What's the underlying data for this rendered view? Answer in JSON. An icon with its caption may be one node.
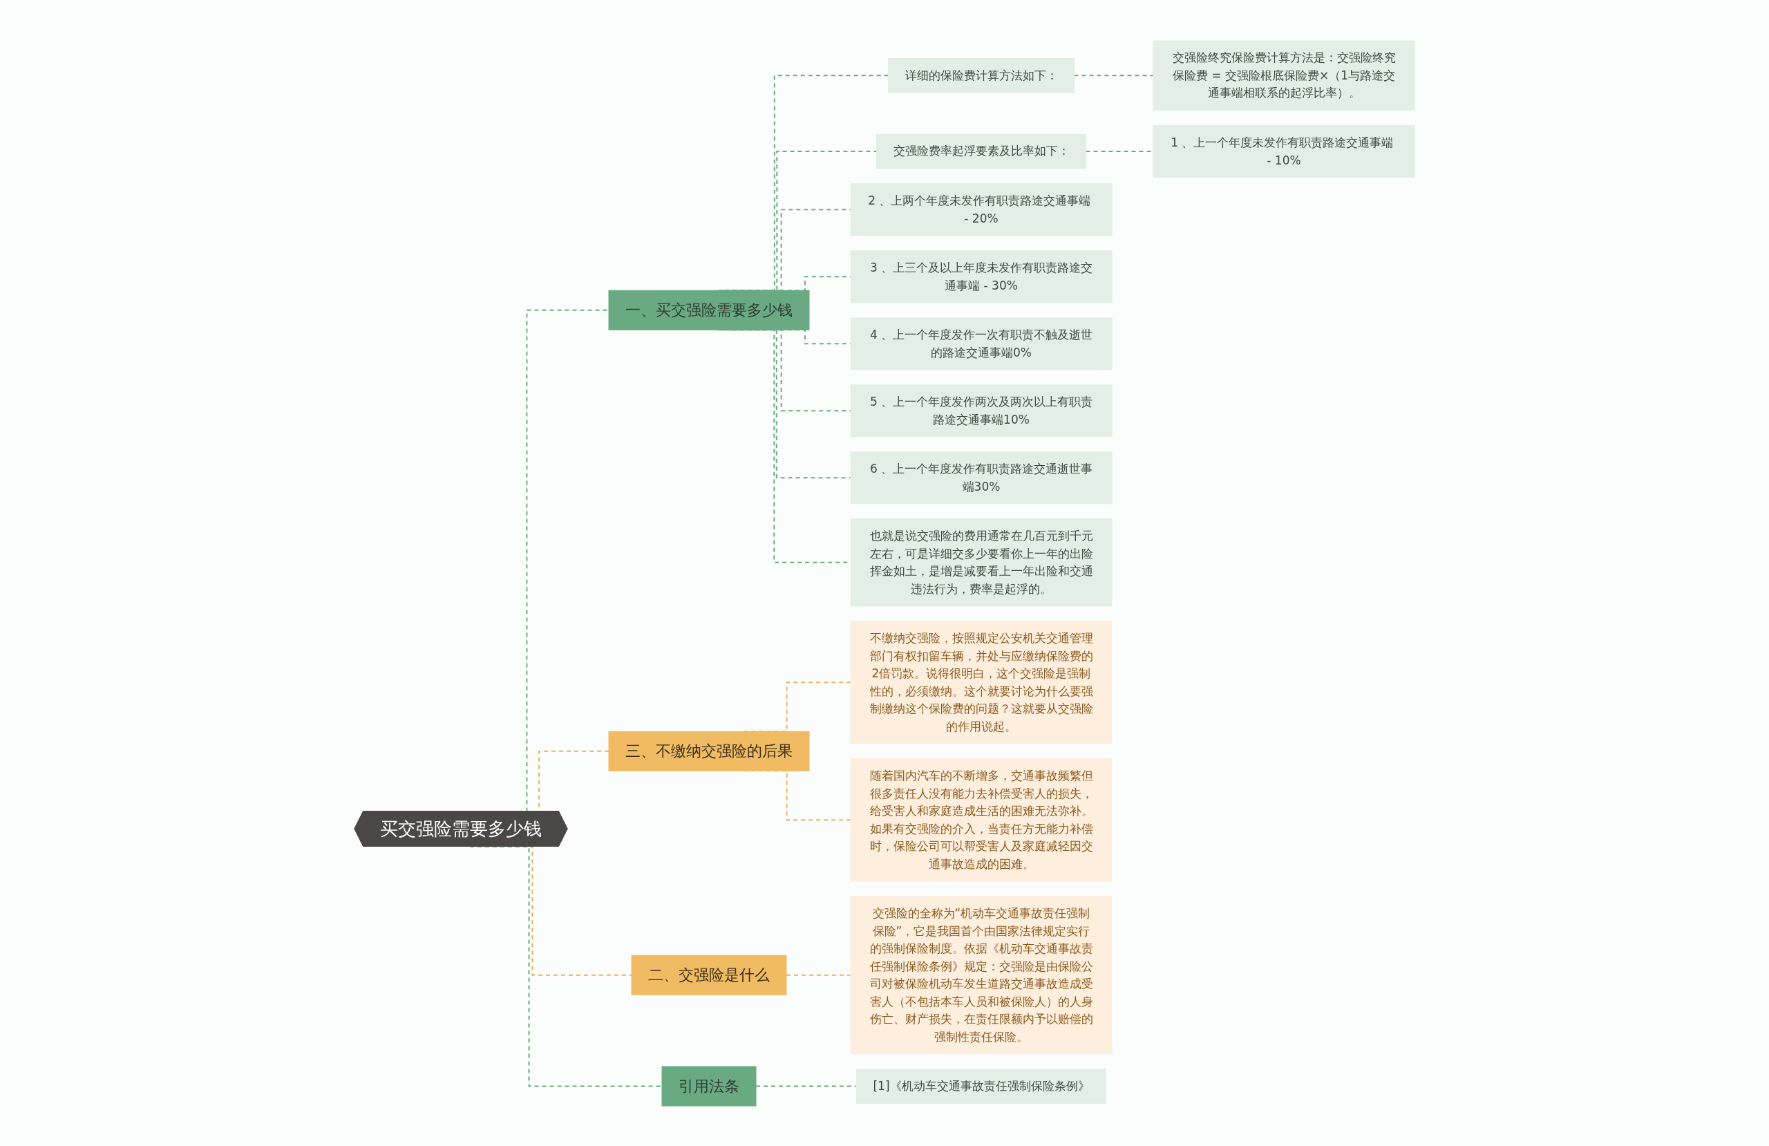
{
  "diagram": {
    "nodes": [
      {
        "text": [
          "买交强险需要多少钱"
        ]
      },
      {
        "text": [
          "一、买交强险需要多少钱"
        ]
      },
      {
        "text": [
          "详细的保险费计算方法如下："
        ]
      },
      {
        "text": [
          "交强险终究保险费计算方法是：交强险终究保险费 = 交强险根底保险费×（1与路途交通事端相联系的起浮比率）。"
        ]
      },
      {
        "text": [
          "交强险费率起浮要素及比率如下："
        ]
      },
      {
        "text": [
          "1 、上一个年度未发作有职责路途交通事端 - 10%"
        ]
      },
      {
        "text": [
          "2 、上两个年度未发作有职责路途交通事端 - 20%"
        ]
      },
      {
        "text": [
          "3 、上三个及以上年度未发作有职责路途交通事端 - 30%"
        ]
      },
      {
        "text": [
          "4 、上一个年度发作一次有职责不触及逝世的路途交通事端0%"
        ]
      },
      {
        "text": [
          "5 、上一个年度发作两次及两次以上有职责路途交通事端10%"
        ]
      },
      {
        "text": [
          "6 、上一个年度发作有职责路途交通逝世事端30%"
        ]
      },
      {
        "text": [
          "也就是说交强险的费用通常在几百元到千元左右，可是详细交多少要看你上一年的出险挥金如土，是增是减要看上一年出险和交通违法行为，费率是起浮的。"
        ]
      },
      {
        "text": [
          "三、不缴纳交强险的后果"
        ]
      },
      {
        "text": [
          "不缴纳交强险，按照规定公安机关交通管理部门有权扣留车辆，并处与应缴纳保险费的2倍罚款。说得很明白，这个交强险是强制性的，必须缴纳。这个就要讨论为什么要强制缴纳这个保险费的问题？这就要从交强险的作用说起。"
        ]
      },
      {
        "text": [
          "随着国内汽车的不断增多，交通事故频繁但很多责任人没有能力去补偿受害人的损失，给受害人和家庭造成生活的困难无法弥补。如果有交强险的介入，当责任方无能力补偿时，保险公司可以帮受害人及家庭减轻因交通事故造成的困难。"
        ]
      },
      {
        "text": [
          "二、交强险是什么"
        ]
      },
      {
        "text": [
          "交强险的全称为“机动车交通事故责任强制保险”，它是我国首个由国家法律规定实行的强制保险制度。依据《机动车交通事故责任强制保险条例》规定：交强险是由保险公司对被保险机动车发生道路交通事故造成受害人（不包括本车人员和被保险人）的人身伤亡、财产损失，在责任限额内予以赔偿的强制性责任保险。"
        ]
      },
      {
        "text": [
          "引用法条"
        ]
      },
      {
        "text": [
          "[1]《机动车交通事故责任强制保险条例》"
        ]
      }
    ],
    "edges": [
      {
        "from": 0,
        "to": 1,
        "arrow": "none",
        "style": "dashed"
      },
      {
        "from": 1,
        "to": 2,
        "arrow": "none",
        "style": "dashed"
      },
      {
        "from": 2,
        "to": 3,
        "arrow": "none",
        "style": "dashed"
      },
      {
        "from": 1,
        "to": 4,
        "arrow": "none",
        "style": "dashed"
      },
      {
        "from": 4,
        "to": 5,
        "arrow": "none",
        "style": "dashed"
      },
      {
        "from": 1,
        "to": 6,
        "arrow": "none",
        "style": "dashed"
      },
      {
        "from": 1,
        "to": 7,
        "arrow": "none",
        "style": "dashed"
      },
      {
        "from": 1,
        "to": 8,
        "arrow": "none",
        "style": "dashed"
      },
      {
        "from": 1,
        "to": 9,
        "arrow": "none",
        "style": "dashed"
      },
      {
        "from": 1,
        "to": 10,
        "arrow": "none",
        "style": "dashed"
      },
      {
        "from": 1,
        "to": 11,
        "arrow": "none",
        "style": "dashed"
      },
      {
        "from": 0,
        "to": 12,
        "arrow": "none",
        "style": "dashed",
        "color": "#e8b35a"
      },
      {
        "from": 12,
        "to": 13,
        "arrow": "none",
        "style": "dashed",
        "color": "#e8b35a"
      },
      {
        "from": 12,
        "to": 14,
        "arrow": "none",
        "style": "dashed",
        "color": "#e8b35a"
      },
      {
        "from": 0,
        "to": 15,
        "arrow": "none",
        "style": "dashed",
        "color": "#e8b35a"
      },
      {
        "from": 15,
        "to": 16,
        "arrow": "none",
        "style": "dashed",
        "color": "#e8b35a"
      },
      {
        "from": 0,
        "to": 17,
        "arrow": "none",
        "style": "dashed"
      },
      {
        "from": 17,
        "to": 18,
        "arrow": "none",
        "style": "dashed"
      }
    ]
  }
}
